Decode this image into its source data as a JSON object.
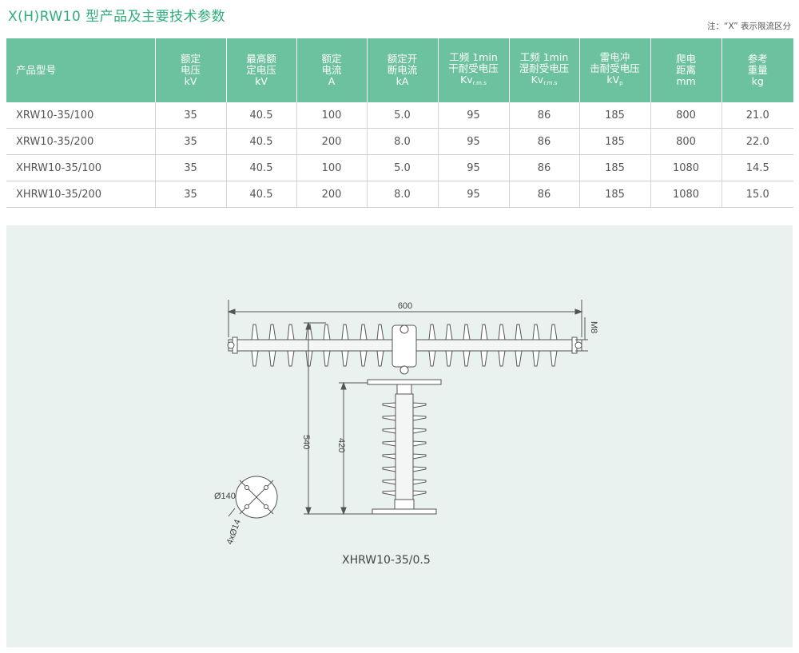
{
  "title": "X(H)RW10 型产品及主要技术参数",
  "note": "注：“X” 表示限流区分",
  "table": {
    "headers": [
      {
        "lines": [
          "产品型号"
        ]
      },
      {
        "lines": [
          "额定",
          "电压",
          "kV"
        ]
      },
      {
        "lines": [
          "最高额",
          "定电压",
          "kV"
        ]
      },
      {
        "lines": [
          "额定",
          "电流",
          "A"
        ]
      },
      {
        "lines": [
          "额定开",
          "断电流",
          "kA"
        ]
      },
      {
        "lines": [
          "工频 1min",
          "干耐受电压",
          "Kv"
        ],
        "sub": "r.m.s"
      },
      {
        "lines": [
          "工频 1min",
          "湿耐受电压",
          "Kv"
        ],
        "sub": "r.m.s"
      },
      {
        "lines": [
          "雷电冲",
          "击耐受电压",
          "kV"
        ],
        "sub": "p"
      },
      {
        "lines": [
          "爬电",
          "距离",
          "mm"
        ]
      },
      {
        "lines": [
          "参考",
          "重量",
          "kg"
        ]
      }
    ],
    "rows": [
      [
        "XRW10-35/100",
        "35",
        "40.5",
        "100",
        "5.0",
        "95",
        "86",
        "185",
        "800",
        "21.0"
      ],
      [
        "XRW10-35/200",
        "35",
        "40.5",
        "200",
        "8.0",
        "95",
        "86",
        "185",
        "800",
        "22.0"
      ],
      [
        "XHRW10-35/100",
        "35",
        "40.5",
        "100",
        "5.0",
        "95",
        "86",
        "185",
        "1080",
        "14.5"
      ],
      [
        "XHRW10-35/200",
        "35",
        "40.5",
        "200",
        "8.0",
        "95",
        "86",
        "185",
        "1080",
        "15.0"
      ]
    ]
  },
  "drawing": {
    "dim_width": "600",
    "dim_bolt": "M8",
    "dim_total_height": "540",
    "dim_post_height": "420",
    "dim_flange_diameter": "Ø140",
    "dim_holes": "4xØ14",
    "caption": "XHRW10-35/0.5"
  }
}
